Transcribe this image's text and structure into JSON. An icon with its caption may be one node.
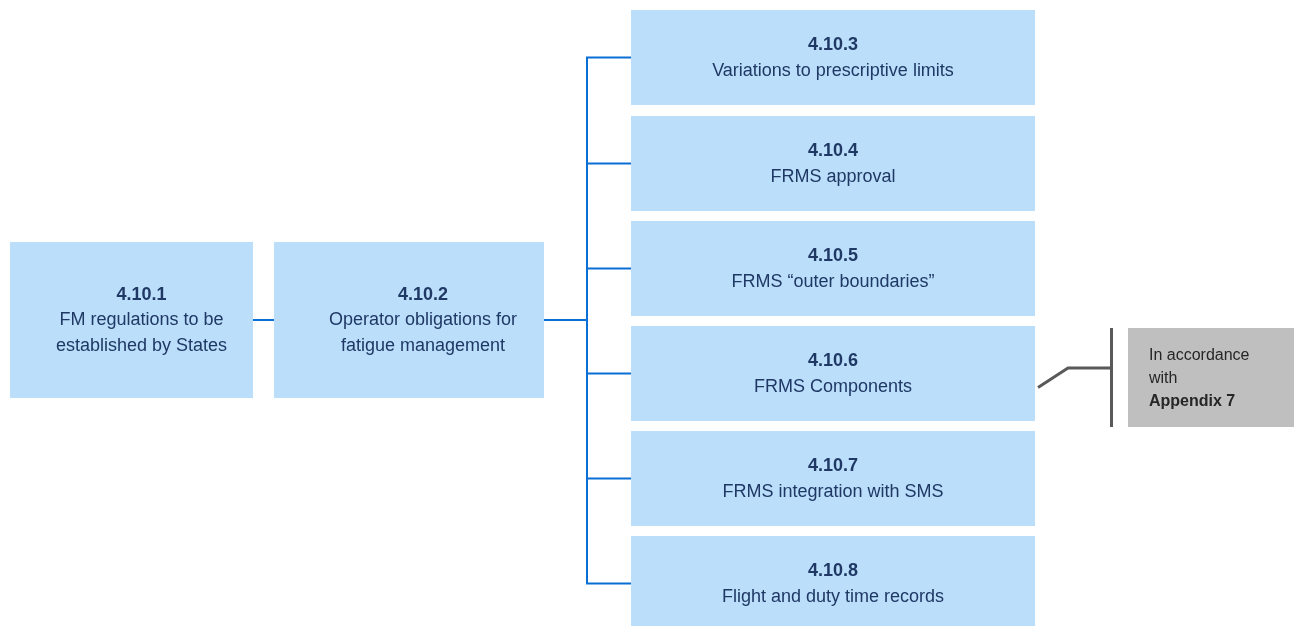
{
  "diagram": {
    "nodes": [
      {
        "text": [
          "4.10.1",
          "FM regulations to be established by States"
        ]
      },
      {
        "text": [
          "4.10.2",
          "Operator obligations for fatigue management"
        ]
      },
      {
        "text": [
          "4.10.3",
          "Variations to prescriptive limits"
        ]
      },
      {
        "text": [
          "4.10.4",
          "FRMS approval"
        ]
      },
      {
        "text": [
          "4.10.5",
          "FRMS “outer boundaries”"
        ]
      },
      {
        "text": [
          "4.10.6",
          "FRMS Components"
        ]
      },
      {
        "text": [
          "4.10.7",
          "FRMS integration with SMS"
        ]
      },
      {
        "text": [
          "4.10.8",
          "Flight and duty time records"
        ]
      },
      {
        "text": [
          "In accordance with **Appendix 7**"
        ]
      }
    ],
    "edges": [
      {
        "from": 0,
        "to": 1,
        "arrow": "none"
      },
      {
        "from": 1,
        "to": 2,
        "arrow": "none"
      },
      {
        "from": 1,
        "to": 3,
        "arrow": "none"
      },
      {
        "from": 1,
        "to": 4,
        "arrow": "none"
      },
      {
        "from": 1,
        "to": 5,
        "arrow": "none"
      },
      {
        "from": 1,
        "to": 6,
        "arrow": "none"
      },
      {
        "from": 1,
        "to": 7,
        "arrow": "none"
      },
      {
        "from": 5,
        "to": 8,
        "arrow": "none",
        "color": "#595959"
      }
    ]
  }
}
